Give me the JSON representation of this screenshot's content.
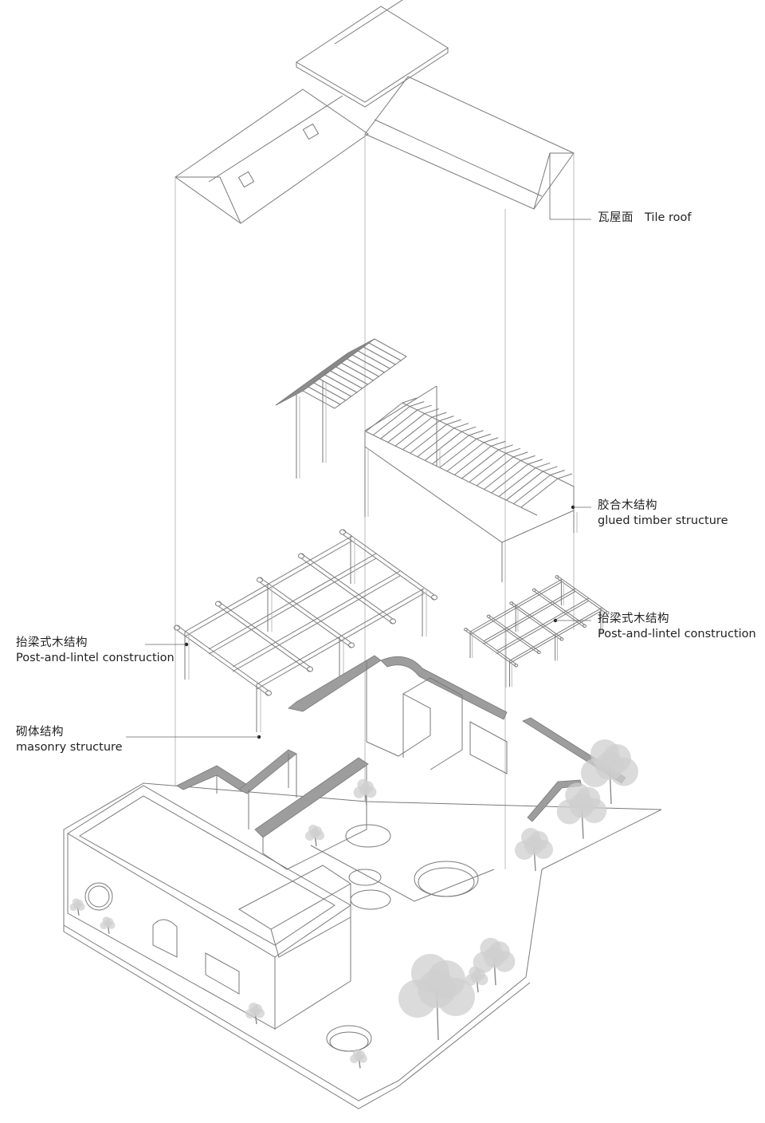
{
  "labels": {
    "tile_roof": {
      "zh": "瓦屋面",
      "en": "Tile roof"
    },
    "glued_timber": {
      "zh": "胶合木结构",
      "en": "glued timber structure"
    },
    "post_lintel_right": {
      "zh": "抬梁式木结构",
      "en": "Post-and-lintel construction"
    },
    "post_lintel_left": {
      "zh": "抬梁式木结构",
      "en": "Post-and-lintel construction"
    },
    "masonry": {
      "zh": "砌体结构",
      "en": "masonry structure"
    }
  },
  "colors": {
    "line": "#7a7a7a",
    "wall_fill": "#9d9d9d",
    "tree": "#cfcfcf",
    "text": "#222222"
  }
}
